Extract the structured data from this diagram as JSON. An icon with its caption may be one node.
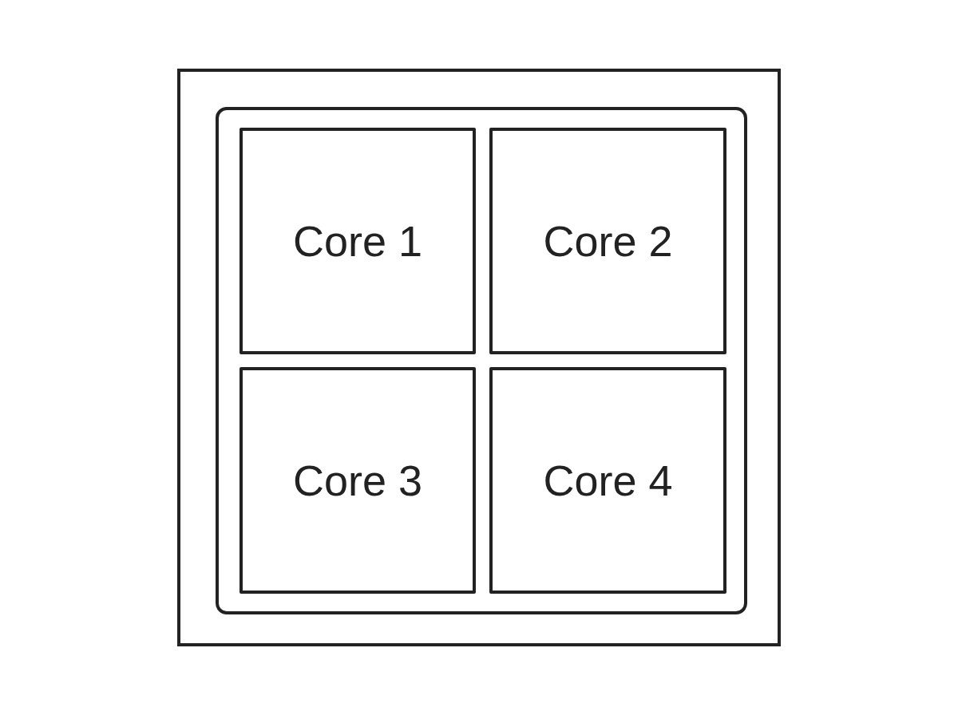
{
  "diagram": {
    "nodes": [
      {
        "text": [],
        "shape": "box"
      },
      {
        "text": [],
        "shape": "box",
        "in": 0
      },
      {
        "text": [
          "Core 1"
        ],
        "in": 1
      },
      {
        "text": [
          "Core 2"
        ],
        "in": 1
      },
      {
        "text": [
          "Core 3"
        ],
        "in": 1
      },
      {
        "text": [
          "Core 4"
        ],
        "in": 1
      }
    ]
  }
}
